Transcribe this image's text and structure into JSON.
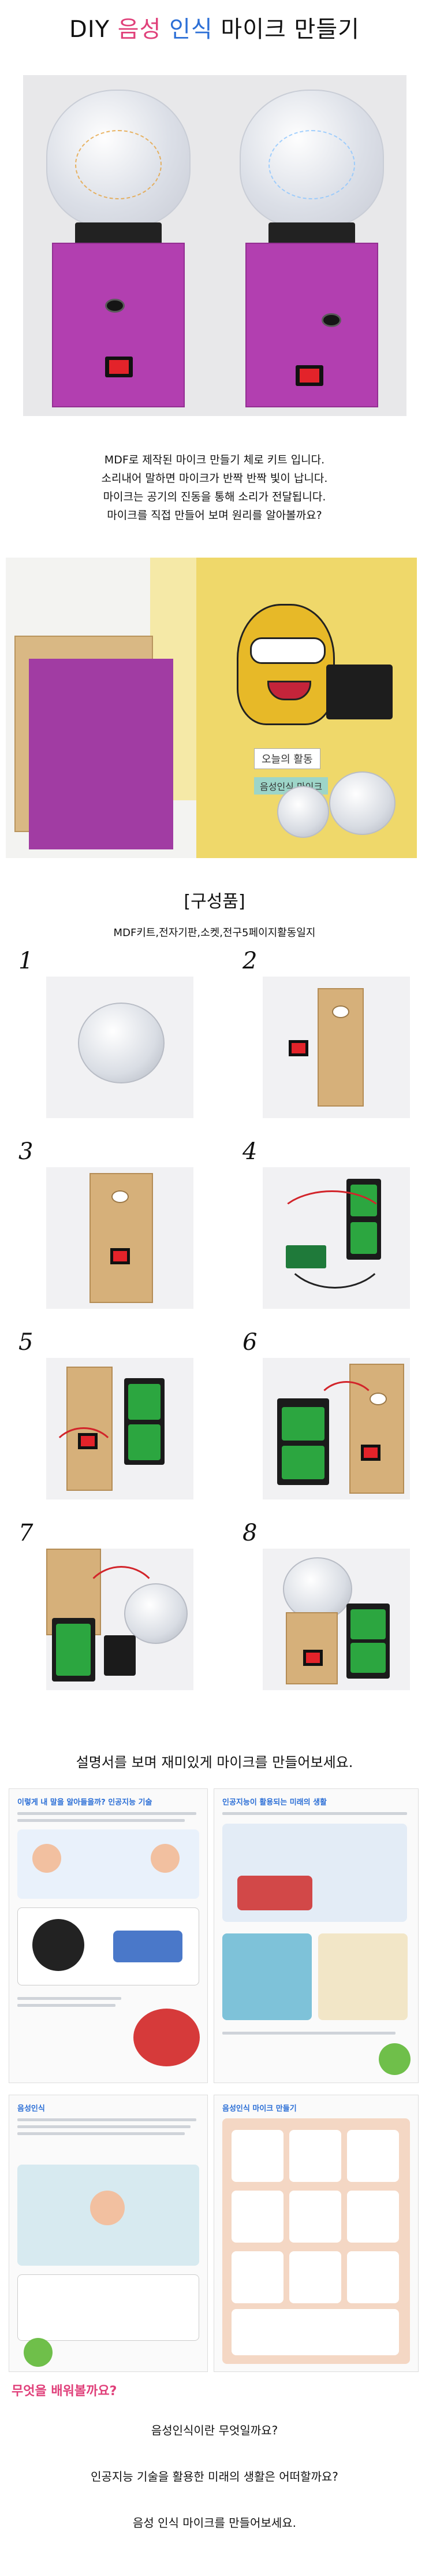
{
  "title": {
    "prefix": "DIY ",
    "word1": "음성",
    "word2": "인식",
    "suffix": " 마이크 만들기"
  },
  "colors": {
    "pink": "#e0407a",
    "blue": "#2c6fd6",
    "purple": "#b23fb0",
    "switch_red": "#e3232a",
    "battery_green": "#2ca640"
  },
  "description": [
    "MDF로 제작된 마이크 만들기 체로 키트 입니다.",
    "소리내어 말하면 마이크가 반짝 반짝 빛이 납니다.",
    "마이크는 공기의 진동을 통해 소리가 전달됩니다.",
    "마이크를 직접 만들어 보며 원리를 알아볼까요?"
  ],
  "kit_photo": {
    "label_activity": "오늘의 활동",
    "label_sub": "음성인식 마이크"
  },
  "components": {
    "heading": "[구성품]",
    "subheading": "MDF키트,전자기판,소켓,전구5페이지활동일지"
  },
  "steps": [
    {
      "number": "1"
    },
    {
      "number": "2"
    },
    {
      "number": "3"
    },
    {
      "number": "4"
    },
    {
      "number": "5"
    },
    {
      "number": "6"
    },
    {
      "number": "7"
    },
    {
      "number": "8"
    }
  ],
  "closing": "설명서를 보며 재미있게 마이크를 만들어보세요.",
  "book_pages": [
    {
      "heading": "이렇게 내 말을 알아들을까? 인공지능 기술"
    },
    {
      "heading": "인공지능이 활용되는 미래의 생활"
    },
    {
      "heading": "음성인식"
    },
    {
      "heading": "음성인식 마이크 만들기"
    }
  ],
  "questions": {
    "heading": "무엇을 배워볼까요?",
    "items": [
      "음성인식이란 무엇일까요?",
      "인공지능 기술을 활용한 미래의 생활은 어떠할까요?",
      "음성 인식 마이크를 만들어보세요."
    ]
  }
}
